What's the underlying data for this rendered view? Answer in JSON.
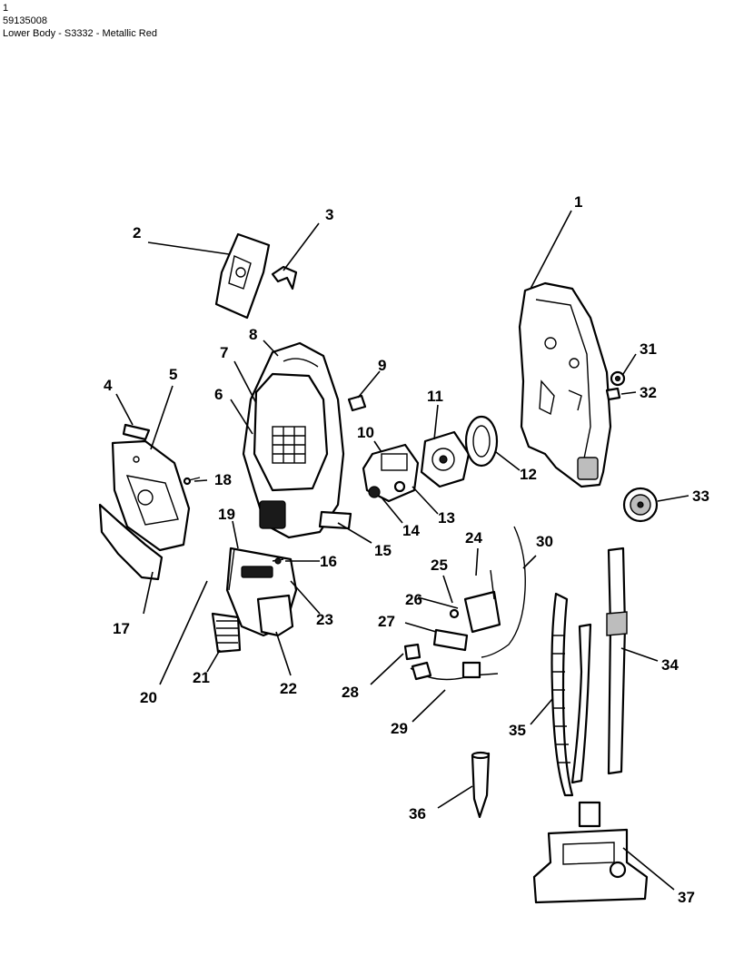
{
  "header": {
    "line1": "1",
    "line2": "59135008",
    "line3": "Lower Body - S3332 - Metallic Red"
  },
  "callouts": {
    "c1": "1",
    "c2": "2",
    "c3": "3",
    "c4": "4",
    "c5": "5",
    "c6": "6",
    "c7": "7",
    "c8": "8",
    "c9": "9",
    "c10": "10",
    "c11": "11",
    "c12": "12",
    "c13": "13",
    "c14": "14",
    "c15": "15",
    "c16": "16",
    "c17": "17",
    "c18": "18",
    "c19": "19",
    "c20": "20",
    "c21": "21",
    "c22": "22",
    "c23": "23",
    "c24": "24",
    "c25": "25",
    "c26": "26",
    "c27": "27",
    "c28": "28",
    "c29": "29",
    "c30": "30",
    "c31": "31",
    "c32": "32",
    "c33": "33",
    "c34": "34",
    "c35": "35",
    "c36": "36",
    "c37": "37"
  }
}
